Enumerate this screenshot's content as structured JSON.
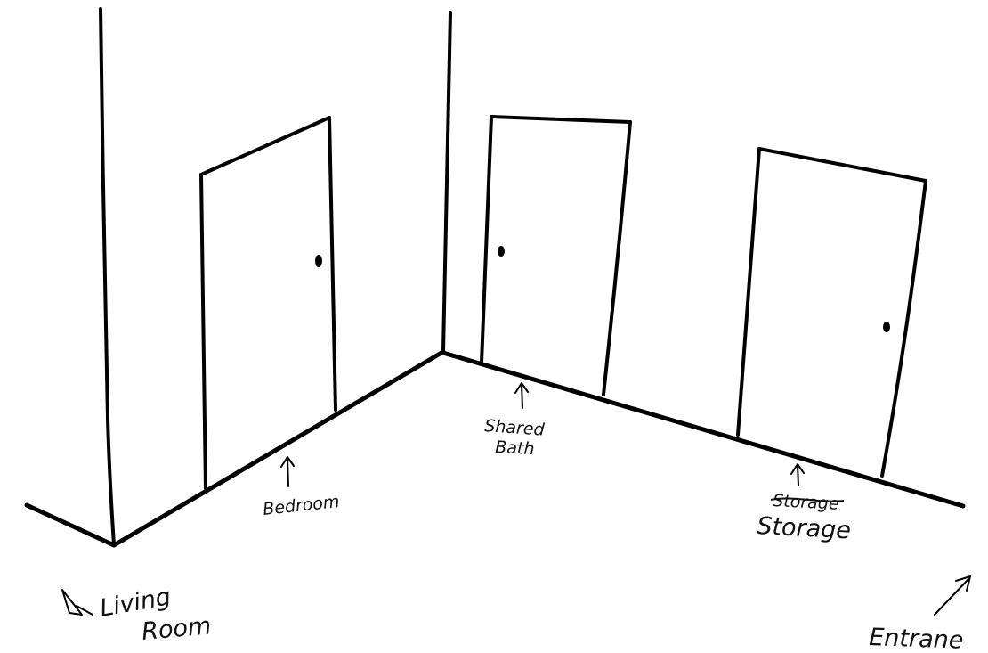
{
  "labels": {
    "bedroom": "Bedroom",
    "shared_bath_line1": "Shared",
    "shared_bath_line2": "Bath",
    "storage_crossed": "Storage",
    "storage": "Storage",
    "living_room_line1": "Living",
    "living_room_line2": "Room",
    "entrance": "Entrane"
  },
  "colors": {
    "ink": "#000000",
    "paper": "#ffffff"
  },
  "icons": {
    "label_pointer": "up-arrow-icon",
    "living_room_pointer": "hollow-arrow-icon",
    "entrance_pointer": "diagonal-arrow-icon"
  }
}
